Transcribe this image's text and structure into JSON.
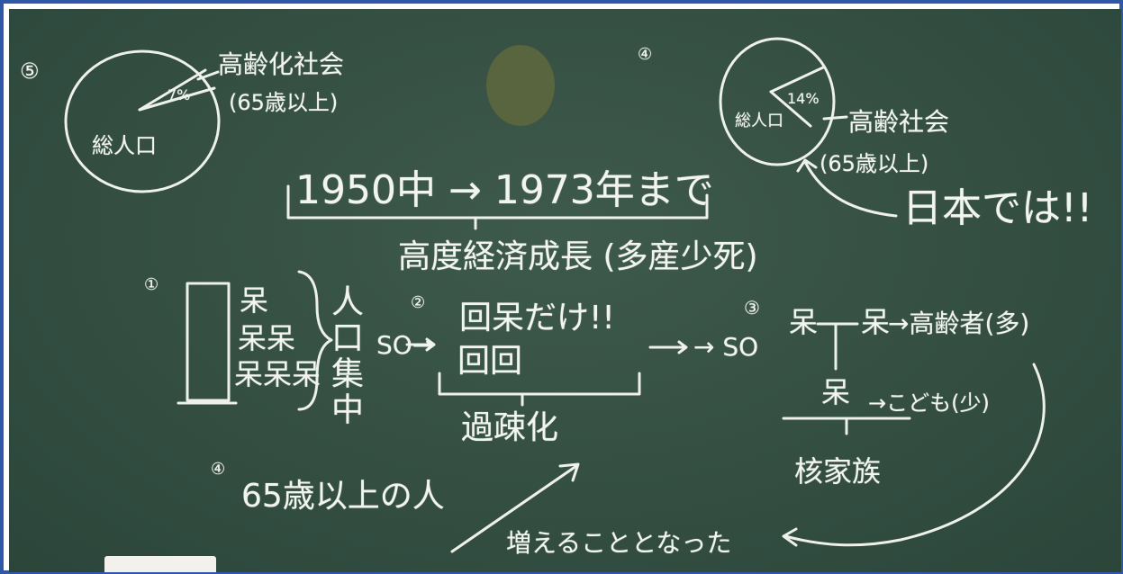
{
  "board": {
    "marker_top_left": "⑤",
    "marker_top_right": "④",
    "left_pie": {
      "title": "高齢化社会",
      "subtitle": "(65歳以上)",
      "slice_label": "7%",
      "whole_label": "総人口"
    },
    "right_pie": {
      "slice_label": "14%",
      "whole_label": "総人口",
      "title": "高齢社会",
      "subtitle": "(65歳以上)"
    },
    "japan_note": "日本では!!",
    "period": "1950中 → 1973年まで",
    "growth": "高度経済成長 (多産少死)",
    "section1": {
      "marker": "①",
      "concentration": "人口集中",
      "so_label": "SO→"
    },
    "section2": {
      "marker": "②",
      "only_label": "回呆だけ!!",
      "so_label": "→ SO",
      "depopulation": "過疎化"
    },
    "section3": {
      "marker": "③",
      "elderly": "→高齢者(多)",
      "children": "→こども(少)",
      "nuclear_family": "核家族"
    },
    "section4": {
      "marker": "④",
      "people_65": "65歳以上の人",
      "increase": "増えることとなった"
    }
  }
}
